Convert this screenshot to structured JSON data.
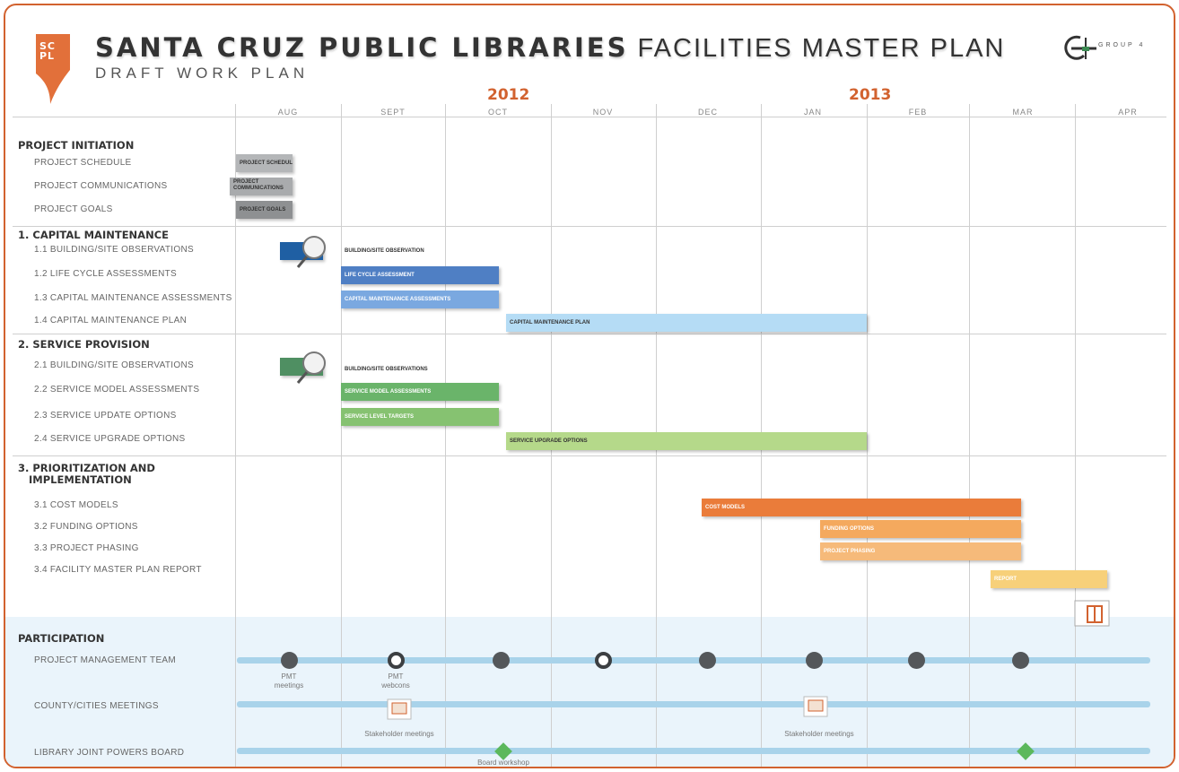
{
  "header": {
    "title_bold": "SANTA CRUZ PUBLIC LIBRARIES",
    "title_light": "FACILITIES MASTER PLAN",
    "subtitle": "DRAFT WORK PLAN",
    "logo_text": "SC\nPL",
    "group_logo_text": "GROUP 4"
  },
  "timeline": {
    "years": [
      "2012",
      "2013"
    ],
    "months": [
      "AUG",
      "SEPT",
      "OCT",
      "NOV",
      "DEC",
      "JAN",
      "FEB",
      "MAR",
      "APR"
    ]
  },
  "sections": {
    "initiation": {
      "title": "PROJECT INITIATION",
      "tasks": [
        "PROJECT SCHEDULE",
        "PROJECT COMMUNICATIONS",
        "PROJECT GOALS"
      ],
      "bars": [
        "PROJECT SCHEDULE",
        "PROJECT COMMUNICATIONS",
        "PROJECT GOALS"
      ]
    },
    "capital": {
      "title": "1. CAPITAL MAINTENANCE",
      "tasks": [
        "1.1 BUILDING/SITE OBSERVATIONS",
        "1.2 LIFE CYCLE ASSESSMENTS",
        "1.3 CAPITAL MAINTENANCE ASSESSMENTS",
        "1.4 CAPITAL MAINTENANCE PLAN"
      ],
      "bars": [
        "BUILDING/SITE OBSERVATION",
        "LIFE CYCLE ASSESSMENT",
        "CAPITAL MAINTENANCE ASSESSMENTS",
        "CAPITAL MAINTENANCE PLAN"
      ]
    },
    "service": {
      "title": "2. SERVICE PROVISION",
      "tasks": [
        "2.1 BUILDING/SITE OBSERVATIONS",
        "2.2 SERVICE MODEL ASSESSMENTS",
        "2.3 SERVICE UPDATE OPTIONS",
        "2.4 SERVICE UPGRADE OPTIONS"
      ],
      "bars": [
        "BUILDING/SITE OBSERVATIONS",
        "SERVICE MODEL ASSESSMENTS",
        "SERVICE LEVEL TARGETS",
        "SERVICE UPGRADE OPTIONS"
      ]
    },
    "prioritization": {
      "title_line1": "3. PRIORITIZATION AND",
      "title_line2": "IMPLEMENTATION",
      "tasks": [
        "3.1 COST MODELS",
        "3.2 FUNDING OPTIONS",
        "3.3 PROJECT PHASING",
        "3.4 FACILITY MASTER PLAN REPORT"
      ],
      "bars": [
        "COST MODELS",
        "FUNDING OPTIONS",
        "PROJECT PHASING",
        "REPORT"
      ]
    },
    "participation": {
      "title": "PARTICIPATION",
      "tasks": [
        "PROJECT MANAGEMENT TEAM",
        "COUNTY/CITIES MEETINGS",
        "LIBRARY JOINT POWERS BOARD"
      ],
      "notes": {
        "pmt_meetings": "PMT\nmeetings",
        "pmt_webcons": "PMT\nwebcons",
        "stakeholder_1": "Stakeholder meetings",
        "stakeholder_2": "Stakeholder meetings",
        "board_workshop": "Board workshop"
      }
    }
  },
  "colors": {
    "accent": "#d2622f",
    "capital_dark": "#1f5fa3",
    "capital_mid": "#5a8fd0",
    "capital_light": "#8bb8e6",
    "capital_pale": "#b5dcf5",
    "service_dark": "#3b8a52",
    "service_mid": "#6ab46a",
    "service_light": "#a8d277",
    "cost": "#ea7c3a",
    "funding": "#f4b06a",
    "report": "#f7d07a",
    "gray": "#a9abad",
    "track": "#a9d3ea",
    "diamond": "#5cb85c"
  }
}
